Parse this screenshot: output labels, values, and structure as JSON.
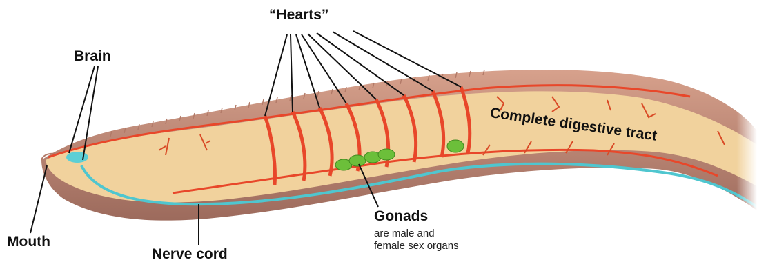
{
  "labels": {
    "hearts": "“Hearts”",
    "brain": "Brain",
    "mouth": "Mouth",
    "nerve_cord": "Nerve cord",
    "gonads": "Gonads",
    "gonads_desc_1": "are male and",
    "gonads_desc_2": "female sex organs",
    "digestive": "Complete digestive tract"
  },
  "colors": {
    "skin": "#c98a72",
    "tract": "#f3d7a2",
    "vessel": "#e8472a",
    "nerve": "#4fc6cf",
    "gonad": "#6cbf3a",
    "leader": "#111111"
  }
}
